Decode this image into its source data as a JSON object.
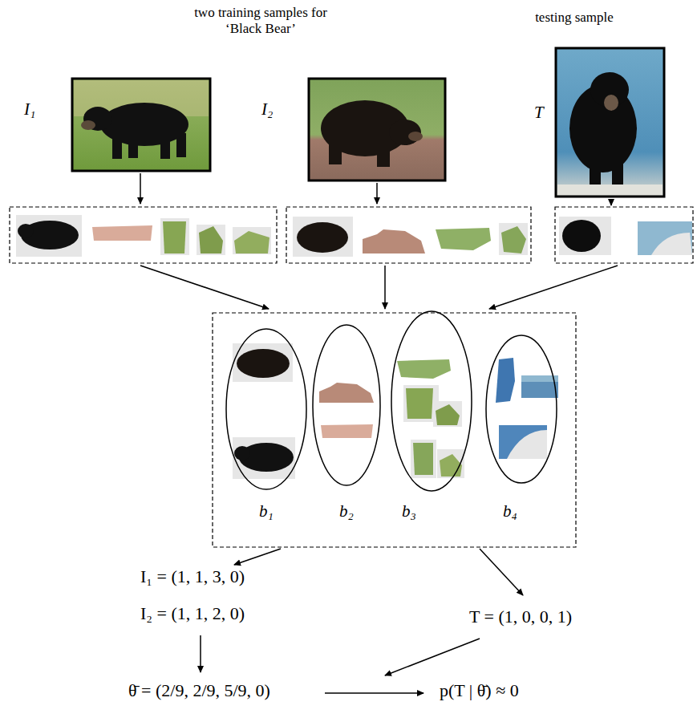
{
  "diagram": {
    "nodes": [
      {
        "text": [
          "b₁"
        ]
      },
      {
        "text": [
          "b₂"
        ]
      },
      {
        "text": [
          "b₃"
        ]
      },
      {
        "text": [
          "b₄"
        ]
      }
    ],
    "labels": [
      "two training samples for ‘Black Bear’",
      "testing sample",
      "I₁",
      "I₂",
      "T",
      "I₁ = (1, 1, 3, 0)",
      "I₂ = (1, 1, 2, 0)",
      "T = (1, 0, 0, 1)",
      "θ̄ = (2/9, 2/9, 5/9, 0)",
      "p(T | θ̄) ≈ 0"
    ]
  }
}
